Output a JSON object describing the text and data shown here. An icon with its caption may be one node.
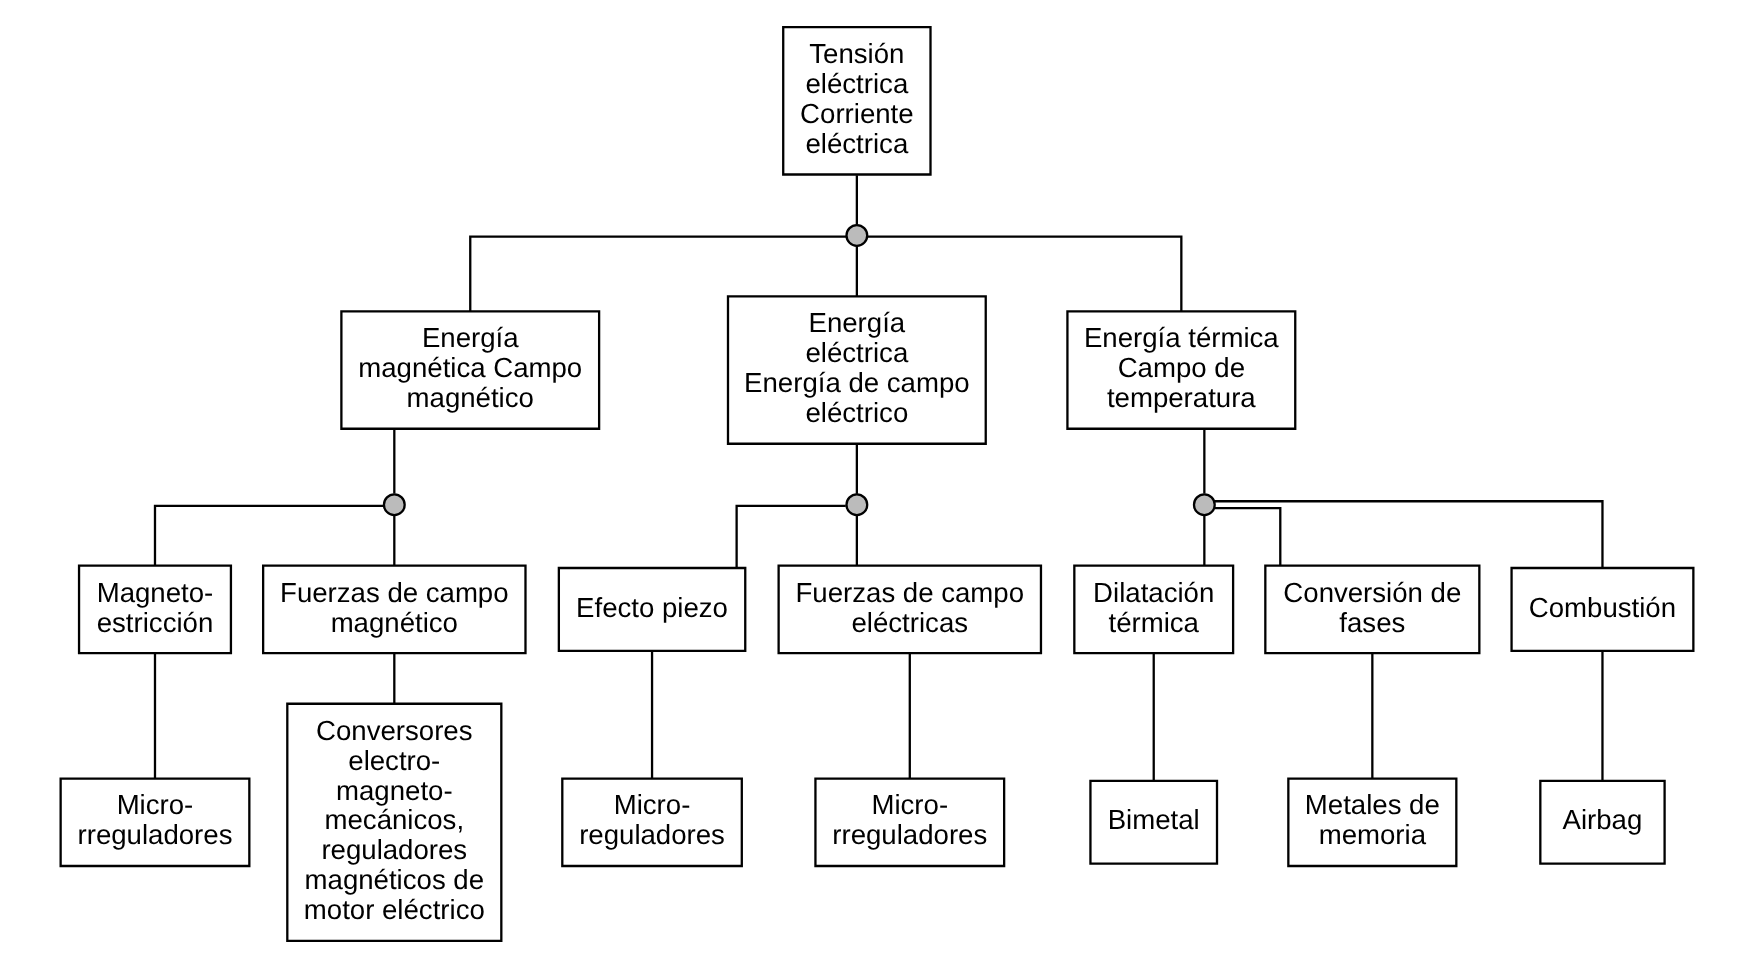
{
  "diagram": {
    "nodes": [
      {
        "text": [
          "Tensión eléctrica Corriente eléctrica"
        ]
      },
      {
        "text": [],
        "shape": "circle"
      },
      {
        "text": [
          "Energía magnética Campo magnético"
        ]
      },
      {
        "text": [
          "Energía eléctrica Energía de campo eléctrico"
        ]
      },
      {
        "text": [
          "Energía térmica Campo de temperatura"
        ]
      },
      {
        "text": [],
        "shape": "circle"
      },
      {
        "text": [
          "Magneto- estricción"
        ]
      },
      {
        "text": [
          "Fuerzas de campo magnético"
        ]
      },
      {
        "text": [],
        "shape": "circle"
      },
      {
        "text": [
          "Efecto piezo"
        ]
      },
      {
        "text": [
          "Fuerzas de campo eléctricas"
        ]
      },
      {
        "text": [],
        "shape": "circle"
      },
      {
        "text": [
          "Dilatación térmica"
        ]
      },
      {
        "text": [
          "Conversión de fases"
        ]
      },
      {
        "text": [
          "Combustión"
        ]
      },
      {
        "text": [
          "Micro- rreguladores"
        ]
      },
      {
        "text": [
          "Conversores electro- magneto- mecánicos, reguladores magnéticos de motor eléctrico"
        ]
      },
      {
        "text": [
          "Micro- reguladores"
        ]
      },
      {
        "text": [
          "Micro- rreguladores"
        ]
      },
      {
        "text": [
          "Bimetal"
        ]
      },
      {
        "text": [
          "Metales de memoria"
        ]
      },
      {
        "text": [
          "Airbag"
        ]
      }
    ],
    "edges": [
      {
        "from": 0,
        "to": 1,
        "arrow": "none"
      },
      {
        "from": 1,
        "to": 2,
        "arrow": "none"
      },
      {
        "from": 1,
        "to": 3,
        "arrow": "none"
      },
      {
        "from": 1,
        "to": 4,
        "arrow": "none"
      },
      {
        "from": 2,
        "to": 5,
        "arrow": "none"
      },
      {
        "from": 5,
        "to": 6,
        "arrow": "none"
      },
      {
        "from": 5,
        "to": 7,
        "arrow": "none"
      },
      {
        "from": 3,
        "to": 8,
        "arrow": "none"
      },
      {
        "from": 8,
        "to": 9,
        "arrow": "none"
      },
      {
        "from": 8,
        "to": 10,
        "arrow": "none"
      },
      {
        "from": 4,
        "to": 11,
        "arrow": "none"
      },
      {
        "from": 11,
        "to": 12,
        "arrow": "none"
      },
      {
        "from": 11,
        "to": 13,
        "arrow": "none"
      },
      {
        "from": 11,
        "to": 14,
        "arrow": "none"
      },
      {
        "from": 6,
        "to": 15,
        "arrow": "none"
      },
      {
        "from": 7,
        "to": 16,
        "arrow": "none"
      },
      {
        "from": 9,
        "to": 17,
        "arrow": "none"
      },
      {
        "from": 10,
        "to": 18,
        "arrow": "none"
      },
      {
        "from": 12,
        "to": 19,
        "arrow": "none"
      },
      {
        "from": 13,
        "to": 20,
        "arrow": "none"
      },
      {
        "from": 14,
        "to": 21,
        "arrow": "none"
      }
    ]
  }
}
